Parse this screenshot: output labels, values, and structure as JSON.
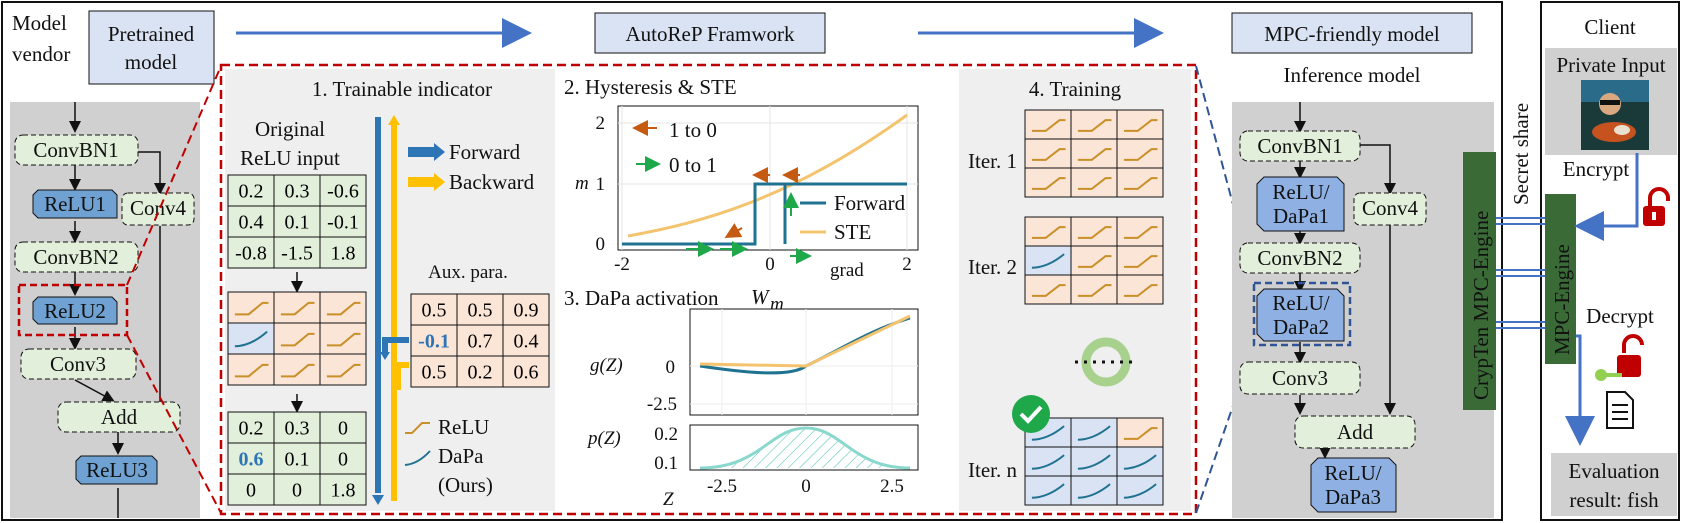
{
  "colors": {
    "vendor_box": "#dae3f3",
    "red_dash": "#c00000",
    "blue_dash": "#2f5597",
    "arrow_blue": "#4472c4",
    "relu_fill": "#6fa2d2",
    "dapa_fill": "#8fb0e2",
    "green_fill": "#e2efda",
    "cream_fill": "#fbe5d6",
    "gray_panel": "#d0d0d0",
    "light_panel": "#efefef",
    "ste_orange": "#f4c36e",
    "forward_teal": "#1f7391",
    "yellow_bar": "#ffc000",
    "mpc_green": "#3a6b37",
    "lock_red": "#c00000",
    "check_green": "#1ea84a"
  },
  "top": {
    "model_vendor": [
      "Model",
      "vendor"
    ],
    "pretrained": [
      "Pretrained",
      "model"
    ],
    "framework": "AutoReP Framwork",
    "mpc_friendly": "MPC-friendly model",
    "inference": "Inference model",
    "client": "Client"
  },
  "left_net": {
    "nodes": [
      "ConvBN1",
      "ReLU1",
      "Conv4",
      "ConvBN2",
      "ReLU2",
      "Conv3",
      "Add",
      "ReLU3"
    ]
  },
  "right_net": {
    "nodes": [
      "ConvBN1",
      "ReLU/\nDaPa1",
      "Conv4",
      "ConvBN2",
      "ReLU/\nDaPa2",
      "Conv3",
      "Add",
      "ReLU/\nDaPa3"
    ]
  },
  "panel1": {
    "title": "1. Trainable indicator",
    "orig_label": [
      "Original",
      "ReLU input"
    ],
    "orig_matrix": [
      [
        "0.2",
        "0.3",
        "-0.6"
      ],
      [
        "0.4",
        "0.1",
        "-0.1"
      ],
      [
        "-0.8",
        "-1.5",
        "1.8"
      ]
    ],
    "out_matrix": [
      [
        "0.2",
        "0.3",
        "0"
      ],
      [
        "0.6",
        "0.1",
        "0"
      ],
      [
        "0",
        "0",
        "1.8"
      ]
    ],
    "aux_label": "Aux. para.",
    "aux_matrix": [
      [
        "0.5",
        "0.5",
        "0.9"
      ],
      [
        "-0.1",
        "0.7",
        "0.4"
      ],
      [
        "0.5",
        "0.2",
        "0.6"
      ]
    ],
    "legend_forward": "Forward",
    "legend_backward": "Backward",
    "legend_relu": "ReLU",
    "legend_dapa": "DaPa",
    "legend_ours": "(Ours)"
  },
  "panel2": {
    "title": "2. Hysteresis & STE",
    "ylabel": "m",
    "xlabel": "W",
    "xlabel_sub": "m",
    "xticks": [
      "-2",
      "0",
      "2"
    ],
    "yticks": [
      "0",
      "1",
      "2"
    ],
    "grad": "grad",
    "one_to_zero": "1 to 0",
    "zero_to_one": "0 to 1",
    "forward": "Forward",
    "ste": "STE"
  },
  "panel3": {
    "title": "3. DaPa activation",
    "g_label": "g(Z)",
    "p_label": "p(Z)",
    "z_label": "Z",
    "g_yticks": [
      "0",
      "-2.5"
    ],
    "p_yticks": [
      "0.2",
      "0.1"
    ],
    "xticks": [
      "-2.5",
      "0",
      "2.5"
    ]
  },
  "panel4": {
    "title": "4. Training",
    "iters": [
      "Iter. 1",
      "Iter. 2",
      "Iter. n"
    ]
  },
  "mpc": {
    "secret_share": "Secret share",
    "crypten": "CrypTen MPC-Engine",
    "engine": "MPC-Engine",
    "private_input": "Private Input",
    "encrypt": "Encrypt",
    "decrypt": "Decrypt",
    "result": [
      "Evaluation",
      "result: fish"
    ]
  }
}
